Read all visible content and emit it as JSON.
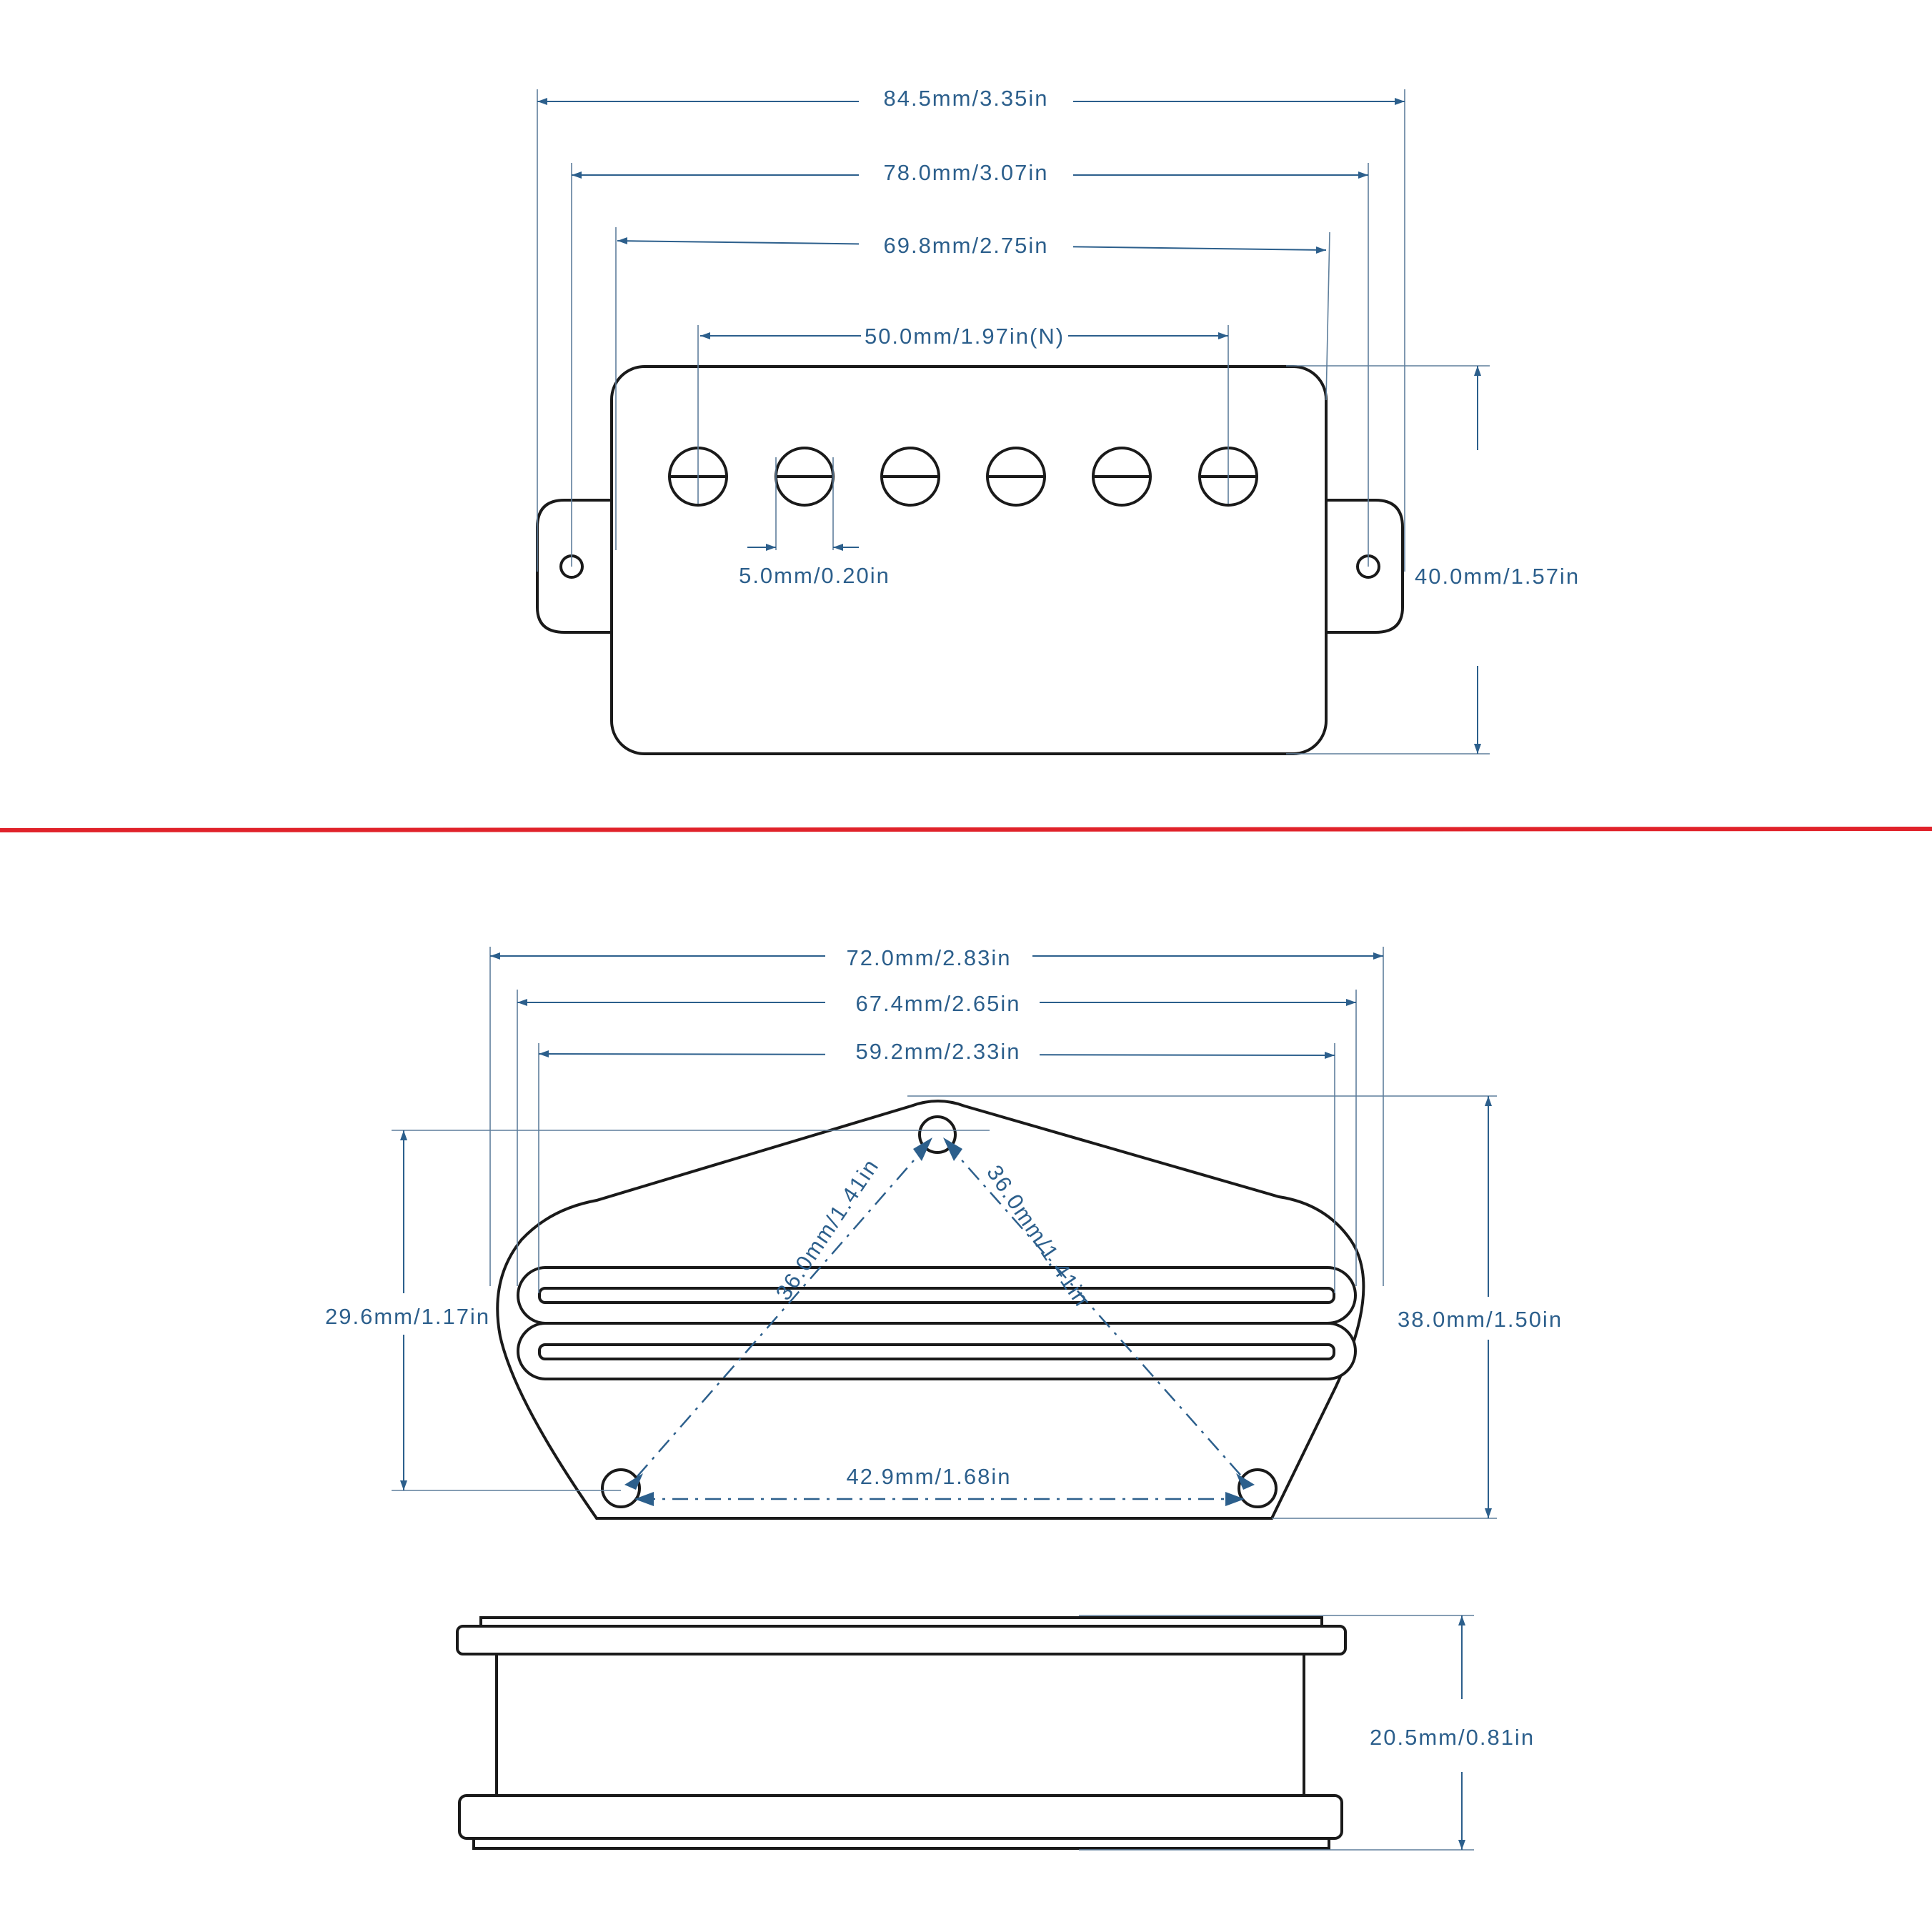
{
  "top_view": {
    "overall_length": "84.5mm/3.35in",
    "mounting_hole_spacing": "78.0mm/3.07in",
    "body_length": "69.8mm/2.75in",
    "pole_spacing": "50.0mm/1.97in(N)",
    "pole_diameter": "5.0mm/0.20in",
    "body_width": "40.0mm/1.57in"
  },
  "bottom_view": {
    "overall_width": "72.0mm/2.83in",
    "rail_outer_length": "67.4mm/2.65in",
    "rail_inner_length": "59.2mm/2.33in",
    "hole_triangle_side_left": "36.0mm/1.41in",
    "hole_triangle_side_right": "36.0mm/1.41in",
    "hole_triangle_base": "42.9mm/1.68in",
    "hole_vertical_span": "29.6mm/1.17in",
    "overall_height": "38.0mm/1.50in"
  },
  "side_view": {
    "thickness": "20.5mm/0.81in"
  },
  "colors": {
    "dimension": "#2c5f8c",
    "outline": "#1a1a1a",
    "divider": "#e0222a"
  }
}
